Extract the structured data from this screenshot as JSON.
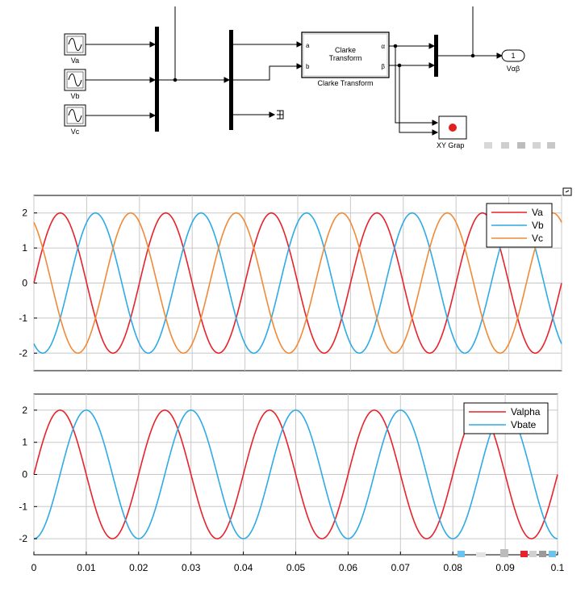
{
  "diagram": {
    "sources": [
      {
        "name": "Va"
      },
      {
        "name": "Vb"
      },
      {
        "name": "Vc"
      }
    ],
    "clarke_block": {
      "title_line1": "Clarke",
      "title_line2": "Transform",
      "caption": "Clarke Transform",
      "port_in_a": "a",
      "port_in_b": "b",
      "port_out_alpha": "α",
      "port_out_beta": "β"
    },
    "outport": {
      "number": "1",
      "name": "Vαβ"
    },
    "xy_graph": {
      "name": "XY Grap"
    },
    "colors": {
      "block_border": "#000000",
      "record_dot": "#e0211d"
    }
  },
  "chart_data": [
    {
      "type": "line",
      "x_range": [
        0,
        0.1
      ],
      "ylim": [
        -2.5,
        2.5
      ],
      "yticks": [
        -2,
        -1,
        0,
        1,
        2
      ],
      "ytick_labels": [
        "-2",
        "-1",
        "0",
        "1",
        "2"
      ],
      "grid": true,
      "legend_position": "top-right",
      "series": [
        {
          "name": "Va",
          "color": "#e8222a",
          "amplitude": 2,
          "frequency_hz": 50,
          "phase_deg": 0
        },
        {
          "name": "Vb",
          "color": "#2eaae6",
          "amplitude": 2,
          "frequency_hz": 50,
          "phase_deg": -120
        },
        {
          "name": "Vc",
          "color": "#f08a38",
          "amplitude": 2,
          "frequency_hz": 50,
          "phase_deg": 120
        }
      ]
    },
    {
      "type": "line",
      "x_range": [
        0,
        0.1
      ],
      "ylim": [
        -2.5,
        2.5
      ],
      "yticks": [
        -2,
        -1,
        0,
        1,
        2
      ],
      "ytick_labels": [
        "-2",
        "-1",
        "0",
        "1",
        "2"
      ],
      "xticks": [
        0,
        0.01,
        0.02,
        0.03,
        0.04,
        0.05,
        0.06,
        0.07,
        0.08,
        0.09,
        0.1
      ],
      "xtick_labels": [
        "0",
        "0.01",
        "0.02",
        "0.03",
        "0.04",
        "0.05",
        "0.06",
        "0.07",
        "0.08",
        "0.09",
        "0.1"
      ],
      "grid": true,
      "legend_position": "top-right",
      "series": [
        {
          "name": "Valpha",
          "color": "#e8222a",
          "amplitude": 2,
          "frequency_hz": 50,
          "phase_deg": 0
        },
        {
          "name": "Vbate",
          "color": "#2eaae6",
          "amplitude": 2,
          "frequency_hz": 50,
          "phase_deg": -90
        }
      ]
    }
  ]
}
